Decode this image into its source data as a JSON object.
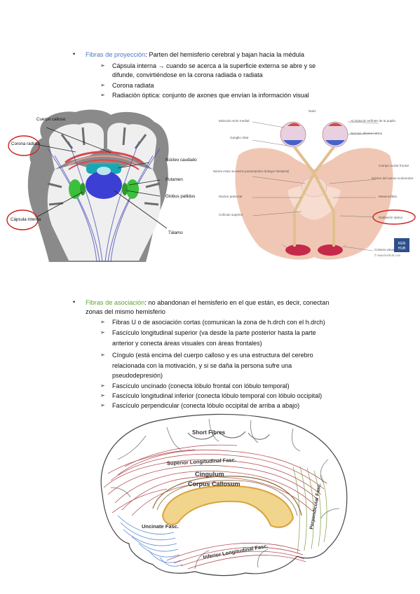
{
  "section1": {
    "heading_colored": "Fibras de proyección",
    "heading_rest": ": Parten del hemisferio cerebral y bajan hacia la médula",
    "items": [
      "Cápsula interna → cuando se acerca a la superficie externa se abre y se",
      "difunde, convirtiéndose en la corona radiada o radiata",
      "Corona radiata",
      "Radiación óptica: conjunto de axones que envían la información visual"
    ]
  },
  "figure1": {
    "labels": {
      "cuerpo_calloso": "Cuerpo calloso",
      "corona_radiata": "Corona radiata",
      "nucleo_caudado": "Núcleo caudado",
      "putamen": "Putamen",
      "globus_pallidus": "Globus pallidus",
      "capsula_interna": "Cápsula interna",
      "talamo": "Tálamo"
    }
  },
  "figure2": {
    "labels": {
      "nariz": "Nariz",
      "musculo_recto": "Músculo recto medial",
      "musculo_esfinter": "Al músculo esfínter de la pupila",
      "ganglio_ciliar": "Ganglio ciliar",
      "nervios_ciliares": "Nervios ciliares cortos",
      "campo_ocular": "Campo ocular frontal",
      "nucleo_accesorio": "Núcleo motor accesorio parasimpático (Edinger-Westphal)",
      "nucleo_oculomotor": "Núcleo del nervio oculomotor",
      "nucleo_pretectal": "Núcleo pretectal",
      "mesencefalo": "Mesencéfalo",
      "coliculo": "Colículo superior",
      "radiacion": "Radiación óptica",
      "corteza": "Corteza visual",
      "credit": "© www.kenhub.com",
      "logo_top": "KEN",
      "logo_bottom": "HUB"
    }
  },
  "section2": {
    "heading_colored": "Fibras de asociación",
    "heading_rest": ": no abandonan el hemisferio en el que están, es decir, conectan",
    "heading_line2": "zonas del mismo hemisferio",
    "items": [
      "Fibras U o de asociación cortas (comunican la zona de h.drch con el h.drch)",
      "Fascículo longitudinal superior (va desde la parte posterior hasta la parte",
      "anterior y conecta áreas visuales con áreas frontales)",
      "Cíngulo (está encima del cuerpo calloso y es una estructura del cerebro",
      "relacionada con la motivación, y si se daña la persona sufre una",
      "pseudodepresión)",
      "Fascículo uncinado (conecta lóbulo frontal con lóbulo temporal)",
      "Fascículo longitudinal inferior (conecta lóbulo temporal con lóbulo occipital)",
      "Fascículo perpendicular (conecta lóbulo occipital de arriba a abajo)"
    ]
  },
  "figure3": {
    "labels": {
      "short": "Short Fibres",
      "superior": "Superior Longitudinal Fasc.",
      "cingulum": "Cingulum",
      "corpus": "Corpus Callosum",
      "uncinate": "Uncinate Fasc.",
      "inferior": "Inferior Longitudinal Fasc.",
      "perpendicular": "Perpendicular Fasc."
    }
  }
}
